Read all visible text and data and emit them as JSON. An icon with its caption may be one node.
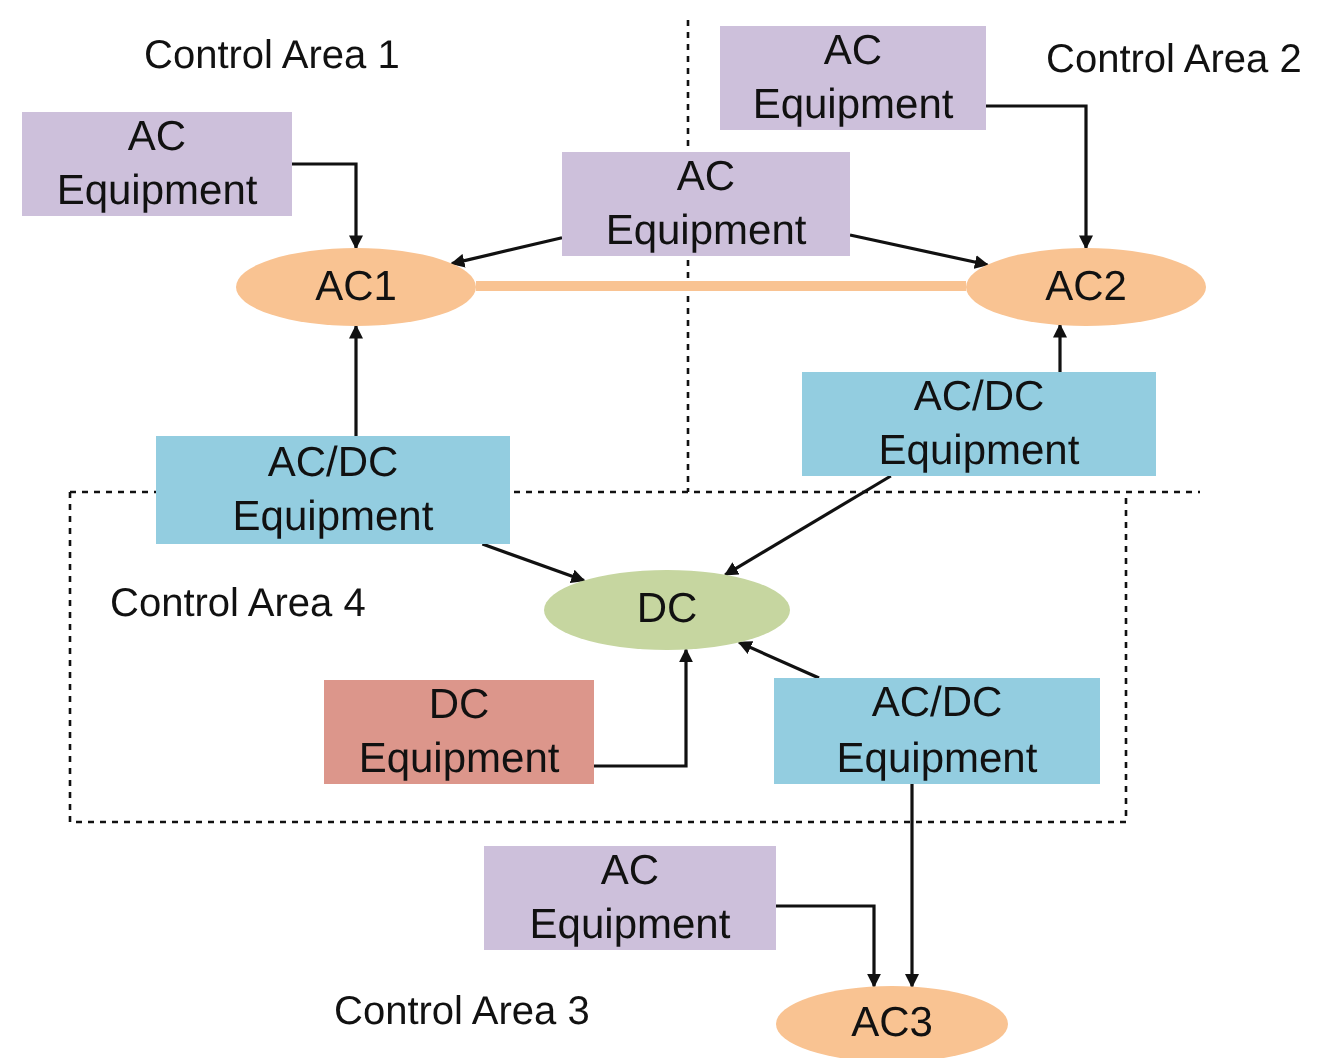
{
  "diagram": {
    "nodes": [
      {
        "text": [
          "AC Equipment"
        ]
      },
      {
        "text": [
          "AC Equipment"
        ]
      },
      {
        "text": [
          "AC Equipment"
        ]
      },
      {
        "text": [
          "AC1"
        ]
      },
      {
        "text": [
          "AC2"
        ]
      },
      {
        "text": [
          "AC/DC Equipment"
        ]
      },
      {
        "text": [
          "AC/DC Equipment"
        ]
      },
      {
        "text": [
          "DC"
        ]
      },
      {
        "text": [
          "DC Equipment"
        ]
      },
      {
        "text": [
          "AC/DC Equipment"
        ]
      },
      {
        "text": [
          "AC Equipment"
        ]
      },
      {
        "text": [
          "AC3"
        ]
      }
    ],
    "edges": [
      {
        "from": 1,
        "to": 3,
        "arrow": "to"
      },
      {
        "from": 2,
        "to": 3,
        "arrow": "to"
      },
      {
        "from": 2,
        "to": 4,
        "arrow": "to"
      },
      {
        "from": 0,
        "to": 4,
        "arrow": "to"
      },
      {
        "from": 3,
        "to": 4,
        "arrow": "none",
        "style": "thick",
        "color": "#f9c392"
      },
      {
        "from": 6,
        "to": 3,
        "arrow": "to"
      },
      {
        "from": 5,
        "to": 4,
        "arrow": "to"
      },
      {
        "from": 6,
        "to": 7,
        "arrow": "to"
      },
      {
        "from": 5,
        "to": 7,
        "arrow": "to"
      },
      {
        "from": 8,
        "to": 7,
        "arrow": "to"
      },
      {
        "from": 9,
        "to": 7,
        "arrow": "to"
      },
      {
        "from": 9,
        "to": 11,
        "arrow": "to"
      },
      {
        "from": 10,
        "to": 11,
        "arrow": "to"
      }
    ],
    "labels": [
      "Control Area 1",
      "Control Area 2",
      "Control Area 4",
      "Control Area 3"
    ]
  }
}
